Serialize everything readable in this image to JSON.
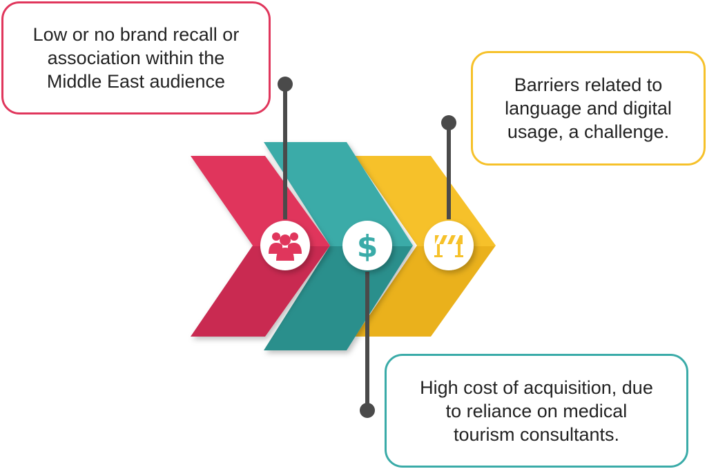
{
  "colors": {
    "red": "#e0365c",
    "red_dark": "#c92b51",
    "teal": "#3aaba8",
    "teal_dark": "#2a8f8c",
    "yellow": "#f6c12a",
    "yellow_dark": "#eab11c",
    "connector": "#4a4a4a"
  },
  "steps": [
    {
      "id": "red",
      "icon": "people-group-icon",
      "text": "Low or no brand recall or\nassociation within the\nMiddle East audience"
    },
    {
      "id": "teal",
      "icon": "dollar-sign-icon",
      "icon_glyph": "$",
      "text": "High cost of acquisition, due\nto reliance on medical\ntourism consultants."
    },
    {
      "id": "yellow",
      "icon": "road-barrier-icon",
      "text": "Barriers related to\nlanguage and digital\nusage, a challenge."
    }
  ]
}
